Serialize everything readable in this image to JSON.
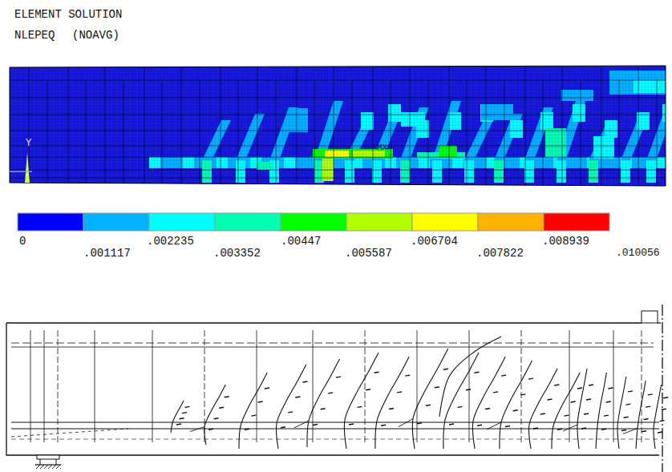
{
  "diagram": {
    "title": "ELEMENT SOLUTION",
    "labels": [
      "NLEPEQ",
      "(NOAVG)",
      "Y",
      "MX",
      "0",
      ".001117",
      ".002235",
      ".003352",
      ".00447",
      ".005587",
      ".006704",
      ".007822",
      ".008939",
      ".010056"
    ]
  }
}
